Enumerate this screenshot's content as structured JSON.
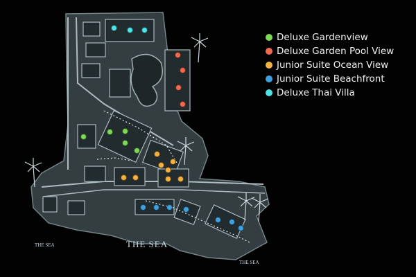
{
  "legend": [
    {
      "key": "deluxe-gardenview",
      "label": "Deluxe Gardenview",
      "color": "#7ed957"
    },
    {
      "key": "deluxe-garden-pool-view",
      "label": "Deluxe Garden Pool View",
      "color": "#f26a50"
    },
    {
      "key": "junior-suite-ocean-view",
      "label": "Junior Suite Ocean View",
      "color": "#f5b142"
    },
    {
      "key": "junior-suite-beachfront",
      "label": "Junior Suite Beachfront",
      "color": "#3fa0e0"
    },
    {
      "key": "deluxe-thai-villa",
      "label": "Deluxe Thai Villa",
      "color": "#4fe3e8"
    }
  ],
  "sea_labels": {
    "left": "THE SEA",
    "center": "THE SEA",
    "right": "THE SEA"
  },
  "room_counts": {
    "deluxe-gardenview": 5,
    "deluxe-garden-pool-view": 4,
    "junior-suite-ocean-view": 8,
    "junior-suite-beachfront": 7,
    "deluxe-thai-villa": 3
  }
}
